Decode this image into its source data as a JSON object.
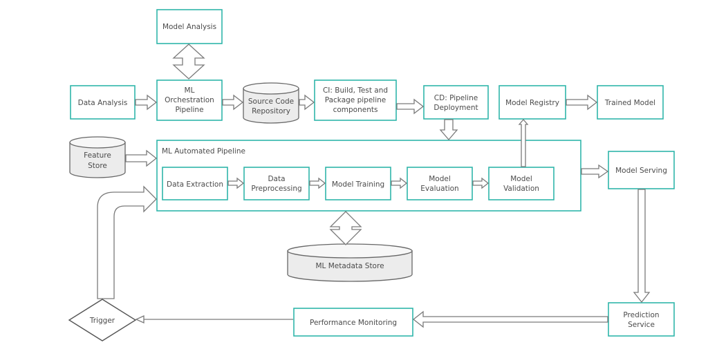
{
  "nodes": {
    "model_analysis": "Model Analysis",
    "data_analysis": "Data Analysis",
    "ml_orchestration": [
      "ML",
      "Orchestration",
      "Pipeline"
    ],
    "source_code_repo": [
      "Source Code",
      "Repository"
    ],
    "ci": [
      "CI: Build, Test and",
      "Package pipeline",
      "components"
    ],
    "cd": [
      "CD: Pipeline",
      "Deployment"
    ],
    "model_registry": "Model Registry",
    "trained_model": "Trained Model",
    "feature_store": [
      "Feature",
      "Store"
    ],
    "ml_automated_pipeline": "ML Automated Pipeline",
    "data_extraction": "Data Extraction",
    "data_preprocessing": [
      "Data",
      "Preprocessing"
    ],
    "model_training": "Model Training",
    "model_evaluation": [
      "Model",
      "Evaluation"
    ],
    "model_validation": [
      "Model",
      "Validation"
    ],
    "model_serving": "Model Serving",
    "ml_metadata_store": "ML Metadata Store",
    "prediction_service": [
      "Prediction",
      "Service"
    ],
    "performance_monitoring": "Performance Monitoring",
    "trigger": "Trigger"
  },
  "colors": {
    "box_border": "#2fb5aa",
    "arrow": "#7a7a7a",
    "text": "#4a4a4a"
  }
}
